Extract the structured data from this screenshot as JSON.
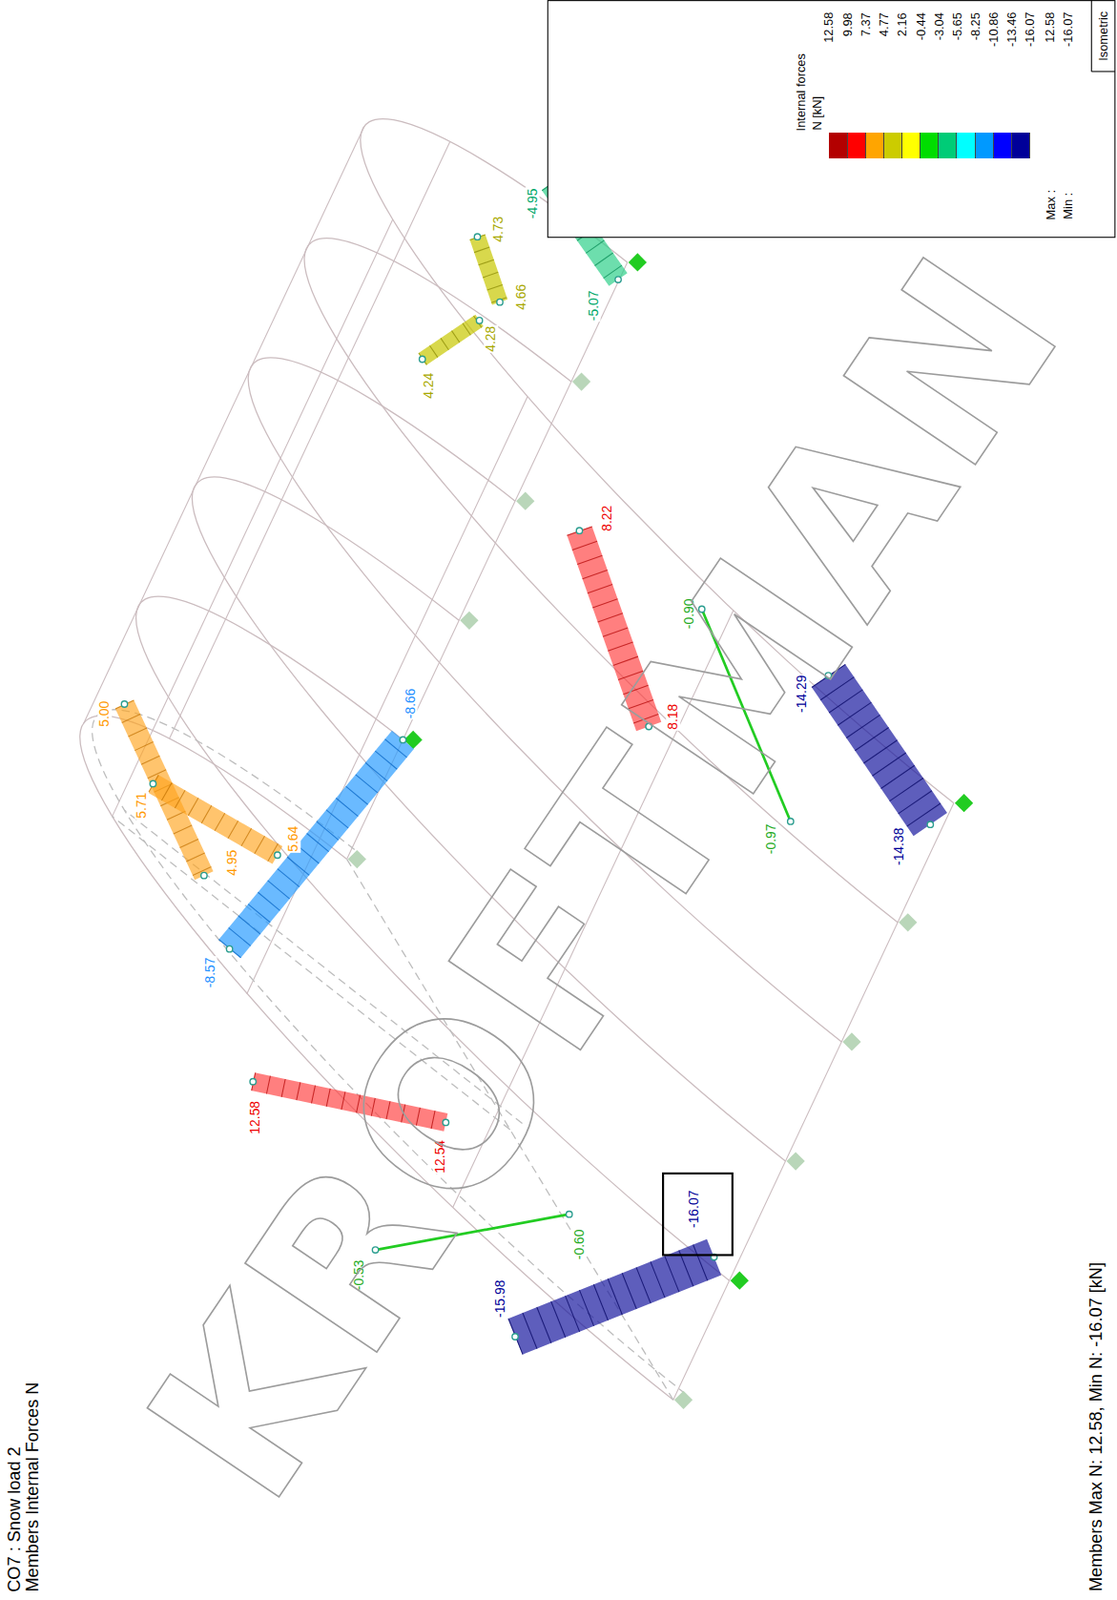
{
  "diagram": {
    "title": "CO7 : Snow load 2",
    "caption": "Members Max N: 12.58, Min N: -16.07 [kN]",
    "labels": [
      "Members Internal Forces N",
      "Isometric",
      "Internal forces",
      "N [kN]",
      "-16.07",
      "Max :",
      "Min :",
      "12.58",
      "-16.07",
      "-4.95",
      "4.73",
      "-5.07",
      "4.66",
      "4.28",
      "4.24",
      "8.22",
      "-0.90",
      "-14.29",
      "8.18",
      "-0.97",
      "-14.38",
      "-8.66",
      "5.64",
      "-8.57",
      "4.95",
      "5.71",
      "5.00",
      "12.58",
      "12.54",
      "-0.53",
      "-0.60",
      "-15.98",
      "-16.07",
      "KROFTMAN"
    ],
    "legend": [
      {
        "text": "12.58",
        "color": "#b30000"
      },
      {
        "text": "9.98",
        "color": "#ff0000"
      },
      {
        "text": "7.37",
        "color": "#ffa500"
      },
      {
        "text": "4.77",
        "color": "#cccc00"
      },
      {
        "text": "2.16",
        "color": "#ffff00"
      },
      {
        "text": "-0.44",
        "color": "#00dd00"
      },
      {
        "text": "-3.04",
        "color": "#00cc77"
      },
      {
        "text": "-5.65",
        "color": "#00ffff"
      },
      {
        "text": "-8.25",
        "color": "#0099ff"
      },
      {
        "text": "-10.86",
        "color": "#0000ff"
      },
      {
        "text": "-13.46",
        "color": "#000099"
      }
    ]
  }
}
